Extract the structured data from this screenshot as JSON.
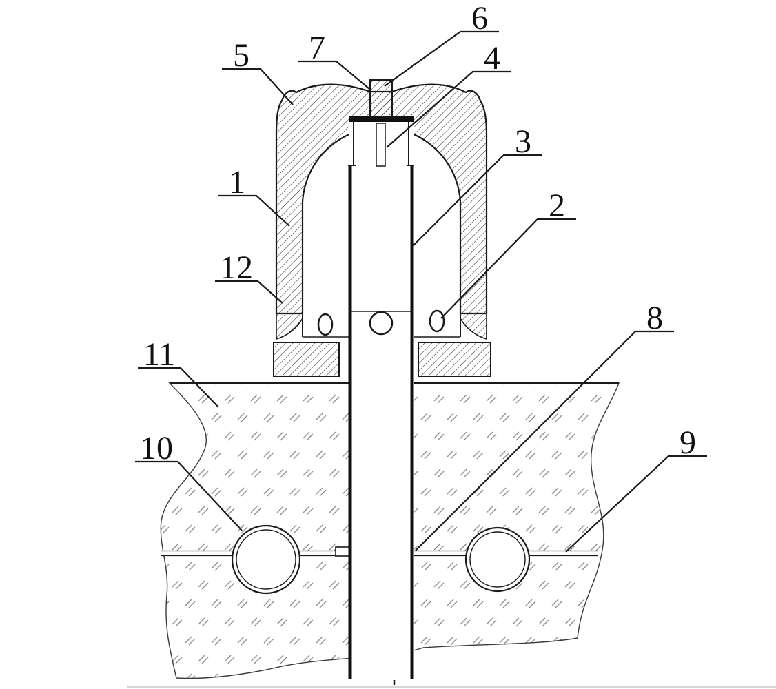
{
  "figure": {
    "kind": "patent-sectional-drawing",
    "description": "Cross-section of an anchoring device: bell-shaped housing over a vertical tube embedded in hatched ground with two circular conduits",
    "background_color": "#ffffff",
    "line_color": "#1a1a1a",
    "hatch_color": "#2b2b2b",
    "concrete_mark_color": "#8e8e8e"
  },
  "callouts": [
    {
      "ref": "1"
    },
    {
      "ref": "2"
    },
    {
      "ref": "3"
    },
    {
      "ref": "4"
    },
    {
      "ref": "5"
    },
    {
      "ref": "6"
    },
    {
      "ref": "7"
    },
    {
      "ref": "8"
    },
    {
      "ref": "9"
    },
    {
      "ref": "10"
    },
    {
      "ref": "11"
    },
    {
      "ref": "12"
    }
  ]
}
